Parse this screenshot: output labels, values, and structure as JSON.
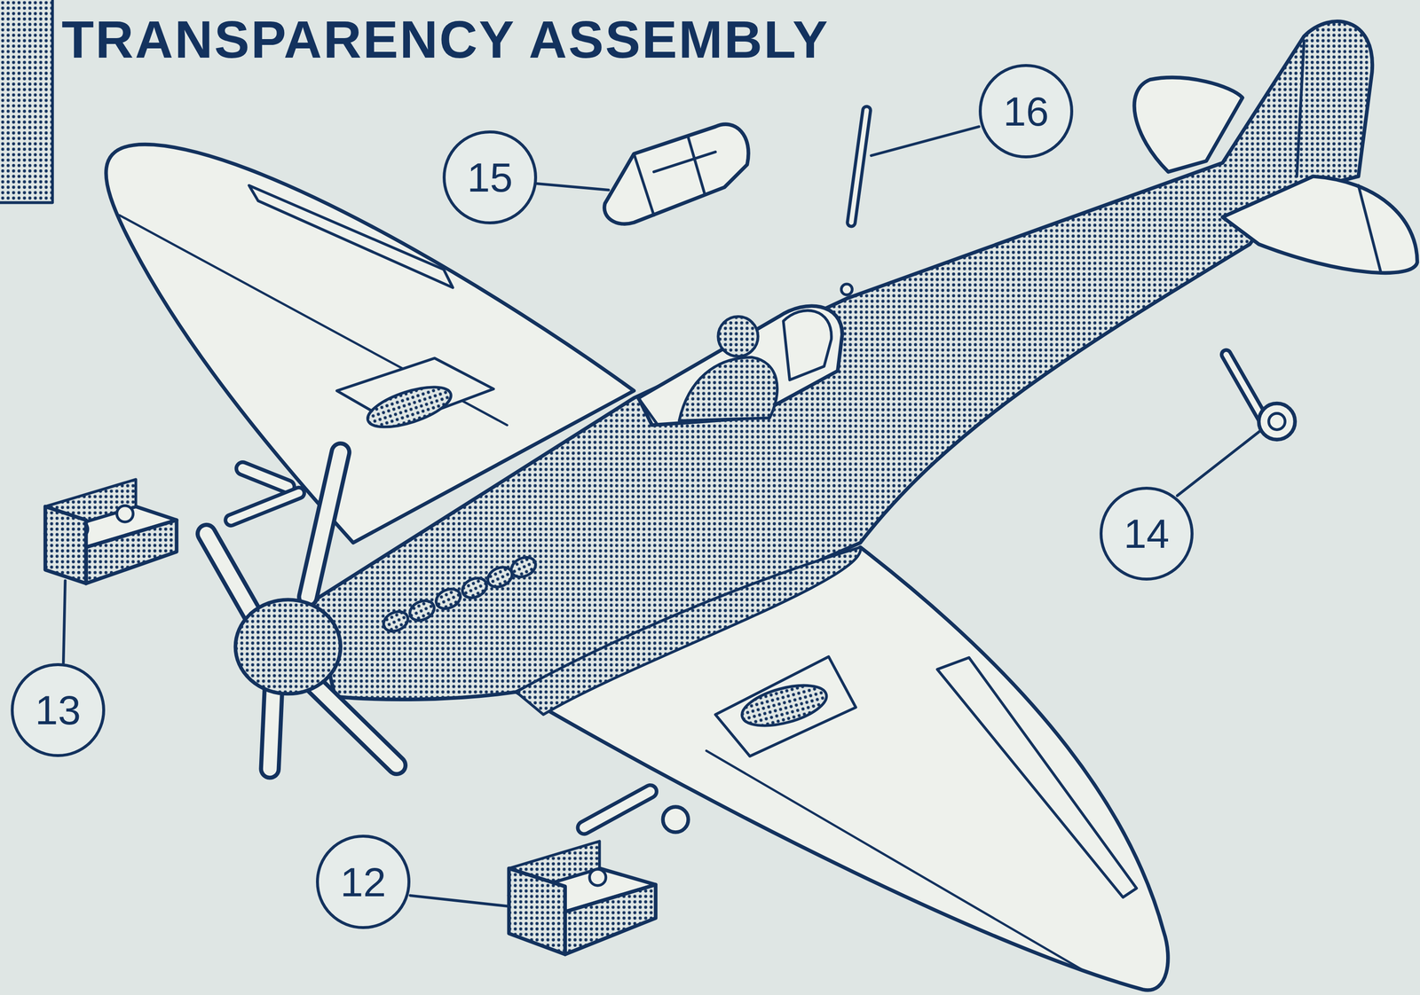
{
  "diagram": {
    "title": "TRANSPARENCY ASSEMBLY",
    "nodes": [
      {
        "text": [
          "16"
        ]
      },
      {
        "text": [
          "15"
        ]
      },
      {
        "text": [
          "14"
        ]
      },
      {
        "text": [
          "13"
        ]
      },
      {
        "text": [
          "12"
        ]
      }
    ]
  }
}
